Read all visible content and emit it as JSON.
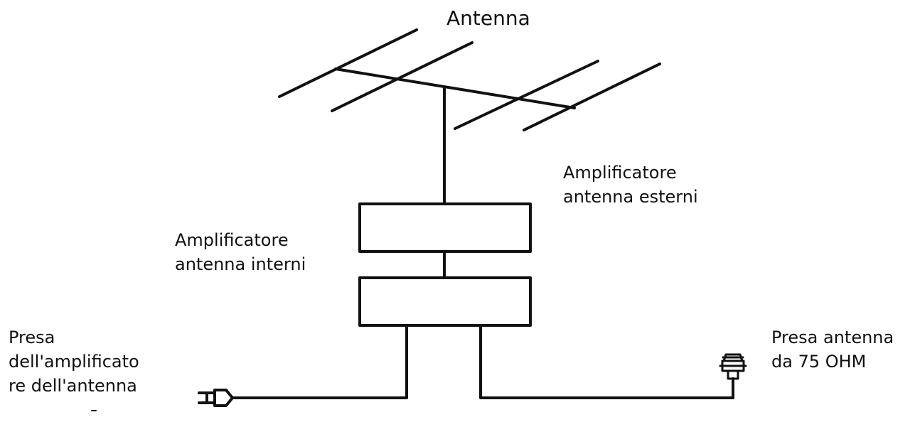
{
  "diagram": {
    "title": "Antenna",
    "labels": {
      "outdoor_amplifier": [
        "Amplificatore",
        "antenna esterni"
      ],
      "indoor_amplifier": [
        "Amplificatore",
        "antenna interni"
      ],
      "amplifier_plug": [
        "Presa",
        "dell'amplificato",
        "re dell'antenna"
      ],
      "antenna_socket": [
        "Presa antenna",
        "da 75 OHM"
      ]
    },
    "colors": {
      "stroke": "#111111",
      "background": "#ffffff"
    },
    "icons": {
      "power_plug": "power-plug-icon",
      "coax_socket": "coax-connector-icon"
    }
  }
}
